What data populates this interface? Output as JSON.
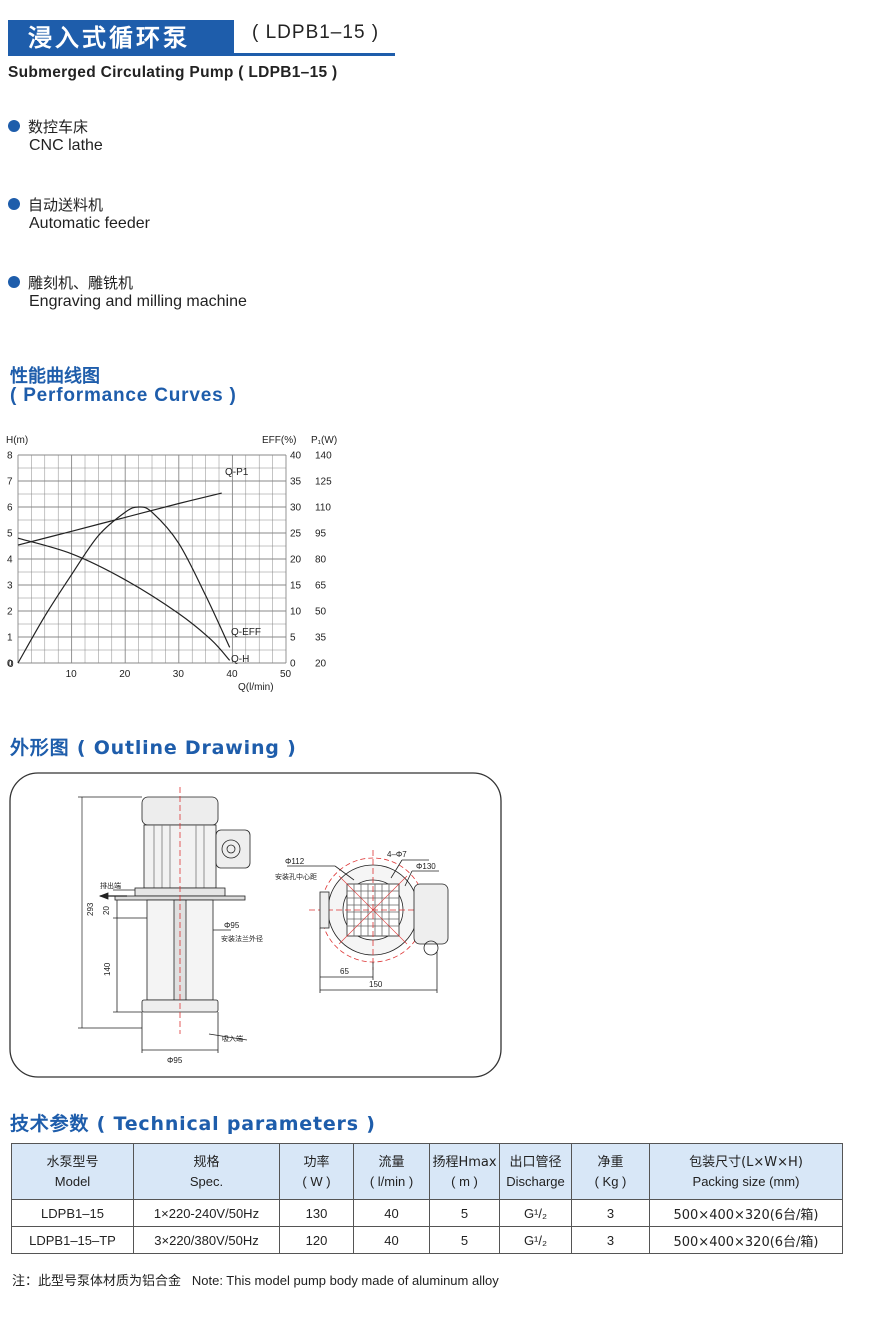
{
  "header": {
    "title_zh": "浸入式循环泵",
    "model": "( LDPB1–15 )",
    "subtitle": "Submerged Circulating Pump ( LDPB1–15 )",
    "accent_color": "#1e5dab"
  },
  "applications": [
    {
      "zh": "数控车床",
      "en": "CNC lathe"
    },
    {
      "zh": "自动送料机",
      "en": "Automatic feeder"
    },
    {
      "zh": "雕刻机、雕铣机",
      "en": "Engraving and milling machine"
    }
  ],
  "performance": {
    "title_zh": "性能曲线图",
    "title_en": "( Performance Curves )"
  },
  "chart_data": {
    "type": "line",
    "ylabel": "H(m)",
    "y2label": "EFF(%)",
    "y3label": "P₁(W)",
    "xlabel": "Q(l/min)",
    "x_ticks": [
      10,
      20,
      30,
      40,
      50
    ],
    "x_origin_label": "0",
    "y_ticks": [
      0,
      1,
      2,
      3,
      4,
      5,
      6,
      7,
      8
    ],
    "eff_ticks": [
      0,
      5,
      10,
      15,
      20,
      25,
      30,
      35,
      40
    ],
    "p1_ticks": [
      20,
      35,
      50,
      65,
      80,
      95,
      110,
      125,
      140
    ],
    "xlim": [
      0,
      50
    ],
    "ylim": [
      0,
      8
    ],
    "grid": true,
    "series": [
      {
        "name": "Q-H",
        "axis": "H(m)",
        "x": [
          0,
          10,
          20,
          30,
          36,
          39.5
        ],
        "y": [
          4.8,
          4.2,
          3.2,
          1.9,
          0.9,
          0.1
        ]
      },
      {
        "name": "Q-EFF",
        "axis": "EFF(%)",
        "x": [
          0,
          5,
          10,
          15,
          20,
          22.5,
          25,
          30,
          35,
          39.5
        ],
        "y": [
          0,
          9,
          17,
          24.5,
          29,
          30,
          29,
          23,
          13,
          3
        ]
      },
      {
        "name": "Q-P1",
        "axis": "P₁(W)",
        "x": [
          0,
          10,
          20,
          30,
          38
        ],
        "y": [
          88,
          96,
          104,
          112,
          118
        ]
      }
    ],
    "series_labels": [
      "Q-P1",
      "Q-EFF",
      "Q-H"
    ]
  },
  "outline": {
    "title": "外形图 ( Outline Drawing )",
    "side_view": {
      "dim_total": "293",
      "dim_top": "20",
      "dim_bottom": "140",
      "flange_dia": "Φ95",
      "flange_note": "安装法兰外径",
      "outlet_label": "排出端",
      "inlet_label": "吸入端",
      "base_dia": "Φ95"
    },
    "top_view": {
      "hole_dia": "Φ112",
      "hole_note": "安装孔中心距",
      "holes": "4–Φ7",
      "outer_dia": "Φ130",
      "dim_a": "65",
      "dim_b": "150"
    }
  },
  "tech": {
    "title": "技术参数 ( Technical parameters )",
    "headers": [
      [
        "水泵型号",
        "Model"
      ],
      [
        "规格",
        "Spec."
      ],
      [
        "功率",
        "( W )"
      ],
      [
        "流量",
        "( l/min )"
      ],
      [
        "扬程Hmax",
        "( m )"
      ],
      [
        "出口管径",
        "Discharge"
      ],
      [
        "净重",
        "( Kg )"
      ],
      [
        "包装尺寸(L×W×H)",
        "Packing size (mm)"
      ]
    ],
    "rows": [
      [
        "LDPB1–15",
        "1×220-240V/50Hz",
        "130",
        "40",
        "5",
        "G¹/₂",
        "3",
        "500×400×320(6台/箱)"
      ],
      [
        "LDPB1–15–TP",
        "3×220/380V/50Hz",
        "120",
        "40",
        "5",
        "G¹/₂",
        "3",
        "500×400×320(6台/箱)"
      ]
    ]
  },
  "note": {
    "zh": "注：此型号泵体材质为铝合金",
    "en": "Note: This model pump body made of aluminum alloy"
  }
}
